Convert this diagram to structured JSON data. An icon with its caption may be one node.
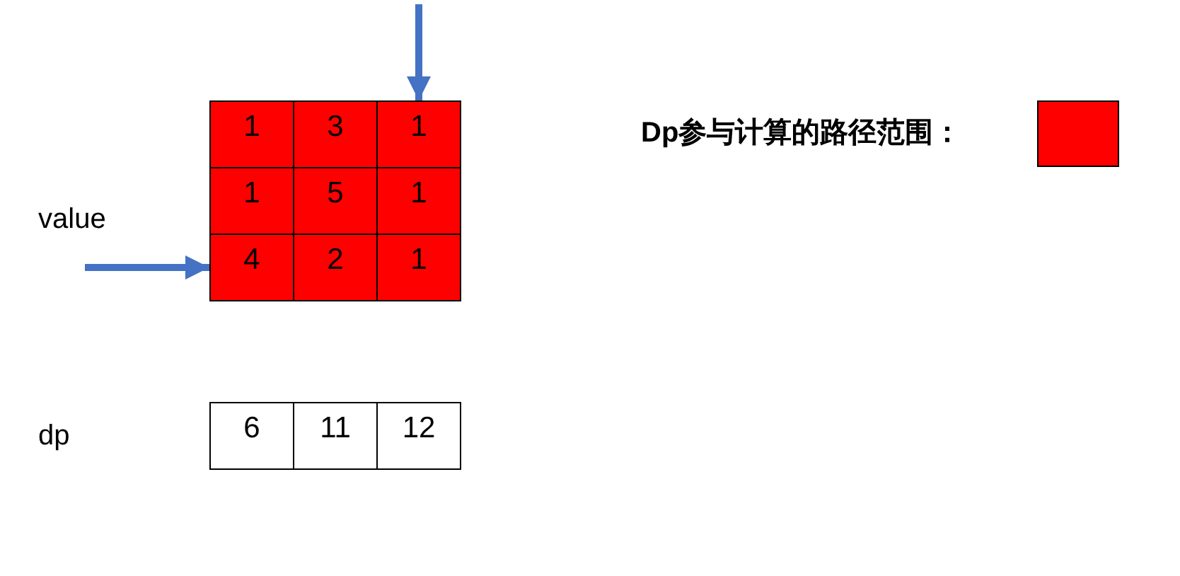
{
  "diagram": {
    "nodes": [
      {
        "text": [
          "1"
        ]
      },
      {
        "text": [
          "3"
        ]
      },
      {
        "text": [
          "1"
        ]
      },
      {
        "text": [
          "1"
        ]
      },
      {
        "text": [
          "5"
        ]
      },
      {
        "text": [
          "1"
        ]
      },
      {
        "text": [
          "4"
        ]
      },
      {
        "text": [
          "2"
        ]
      },
      {
        "text": [
          "1"
        ]
      },
      {
        "text": [
          "6"
        ]
      },
      {
        "text": [
          "11"
        ]
      },
      {
        "text": [
          "12"
        ]
      }
    ],
    "edges": [
      {
        "from": null,
        "to": 2,
        "arrow": "to"
      },
      {
        "from": null,
        "to": 6,
        "arrow": "to"
      }
    ],
    "labels": [
      "value",
      "dp"
    ],
    "legend": [
      {
        "text": "Dp参与计算的路径范围：",
        "color": "#ff0000"
      }
    ]
  }
}
